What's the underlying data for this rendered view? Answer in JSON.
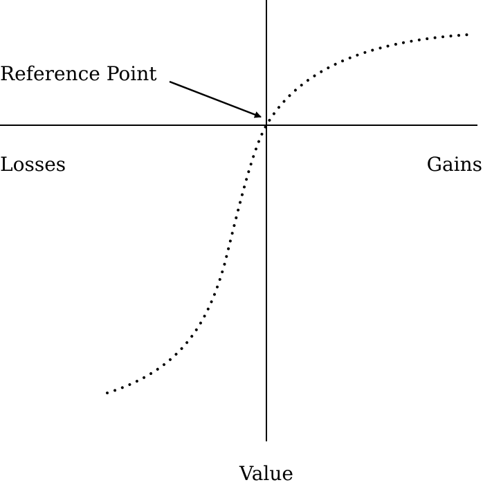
{
  "diagram": {
    "reference_label": "Reference Point",
    "losses_label": "Losses",
    "gains_label": "Gains",
    "value_label": "Value",
    "ink_color": "#000000",
    "background_color": "#ffffff",
    "curve_style": "dotted",
    "curve_shape": "S-shaped value function, steeper for losses than gains"
  }
}
